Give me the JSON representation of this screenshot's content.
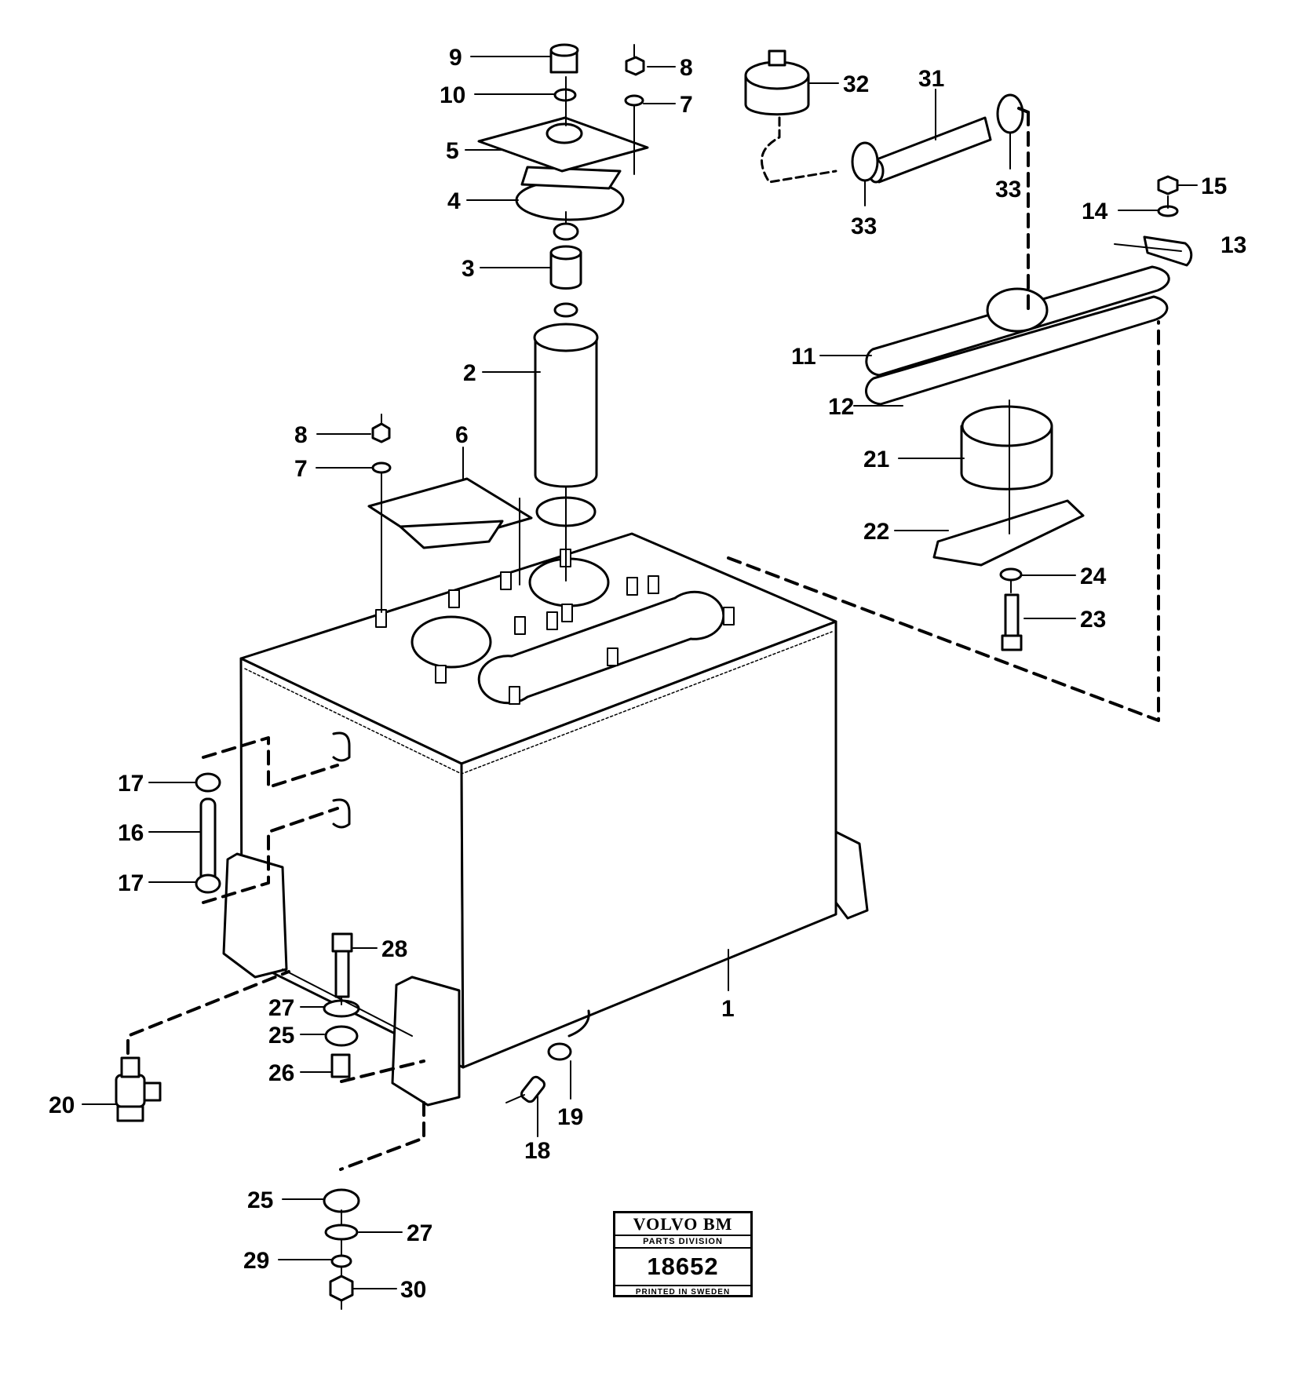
{
  "callouts": [
    {
      "id": "9",
      "text": "9"
    },
    {
      "id": "8a",
      "text": "8"
    },
    {
      "id": "10",
      "text": "10"
    },
    {
      "id": "7a",
      "text": "7"
    },
    {
      "id": "5",
      "text": "5"
    },
    {
      "id": "4",
      "text": "4"
    },
    {
      "id": "3",
      "text": "3"
    },
    {
      "id": "2",
      "text": "2"
    },
    {
      "id": "8b",
      "text": "8"
    },
    {
      "id": "6",
      "text": "6"
    },
    {
      "id": "7b",
      "text": "7"
    },
    {
      "id": "32",
      "text": "32"
    },
    {
      "id": "31",
      "text": "31"
    },
    {
      "id": "33a",
      "text": "33"
    },
    {
      "id": "33b",
      "text": "33"
    },
    {
      "id": "15",
      "text": "15"
    },
    {
      "id": "14",
      "text": "14"
    },
    {
      "id": "13",
      "text": "13"
    },
    {
      "id": "11",
      "text": "11"
    },
    {
      "id": "12",
      "text": "12"
    },
    {
      "id": "21",
      "text": "21"
    },
    {
      "id": "22",
      "text": "22"
    },
    {
      "id": "24",
      "text": "24"
    },
    {
      "id": "23",
      "text": "23"
    },
    {
      "id": "17a",
      "text": "17"
    },
    {
      "id": "16",
      "text": "16"
    },
    {
      "id": "17b",
      "text": "17"
    },
    {
      "id": "28",
      "text": "28"
    },
    {
      "id": "27a",
      "text": "27"
    },
    {
      "id": "25a",
      "text": "25"
    },
    {
      "id": "26",
      "text": "26"
    },
    {
      "id": "20",
      "text": "20"
    },
    {
      "id": "1",
      "text": "1"
    },
    {
      "id": "19",
      "text": "19"
    },
    {
      "id": "18",
      "text": "18"
    },
    {
      "id": "25b",
      "text": "25"
    },
    {
      "id": "27b",
      "text": "27"
    },
    {
      "id": "29",
      "text": "29"
    },
    {
      "id": "30",
      "text": "30"
    }
  ],
  "stamp": {
    "brand": "VOLVO BM",
    "division": "PARTS DIVISION",
    "number": "18652",
    "printed": "PRINTED IN SWEDEN"
  }
}
